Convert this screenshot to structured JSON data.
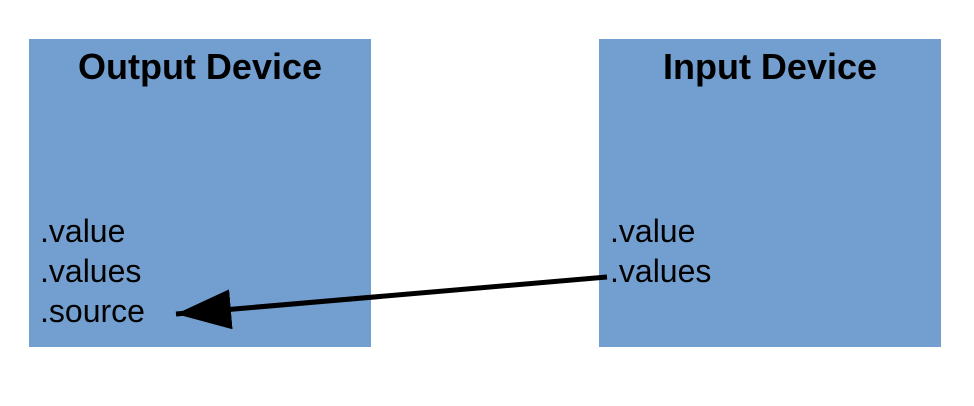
{
  "diagram": {
    "background_color": "#FFFFFF",
    "box_fill_color": "#729FCF",
    "text_color": "#000000",
    "arrow_color": "#000000",
    "boxes": [
      {
        "title": "Output Device",
        "props": [
          ".value",
          ".values",
          ".source"
        ]
      },
      {
        "title": "Input Device",
        "props": [
          ".value",
          ".values"
        ]
      }
    ],
    "arrow": {
      "from": "Input Device .values",
      "to": "Output Device .source"
    }
  }
}
